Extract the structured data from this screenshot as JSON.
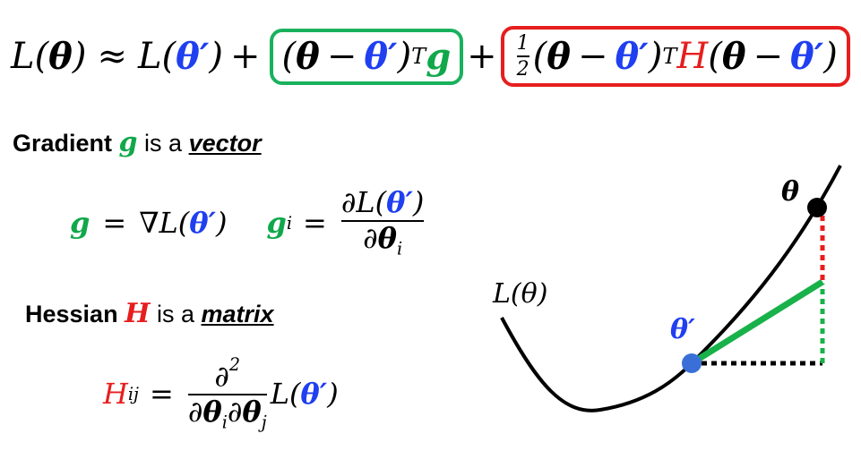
{
  "taylor": {
    "L": "L",
    "lparen": "(",
    "theta": "θ",
    "prime_theta": "θ′",
    "rparen": ")",
    "approx": "≈",
    "plus": "+",
    "minus": "−",
    "T": "T",
    "g": "g",
    "H": "H",
    "half_num": "1",
    "half_den": "2"
  },
  "gradient_heading": {
    "word": "Gradient",
    "symbol": "g",
    "is_a": "is a",
    "kind": "vector"
  },
  "hessian_heading": {
    "word": "Hessian",
    "symbol": "H",
    "is_a": "is a",
    "kind": "matrix"
  },
  "gradient_eq": {
    "g": "g",
    "equals": "=",
    "nabla": "∇",
    "L": "L",
    "gi": "g",
    "sub_i": "i",
    "partial": "∂",
    "num_L": "L",
    "den_theta": "θ"
  },
  "hessian_eq": {
    "H": "H",
    "sub_ij": "ij",
    "equals": "=",
    "partial": "∂",
    "sup2": "2",
    "theta": "θ",
    "sub_i": "i",
    "sub_j": "j",
    "L": "L"
  },
  "diagram": {
    "curve_label": "L(θ)",
    "theta_label": "θ",
    "theta_prime_label": "θ′",
    "colors": {
      "curve": "#000000",
      "tangent": "#18b14a",
      "red_segment": "#e61e1e",
      "point_prime": "#3a6fd8",
      "point_theta": "#000000"
    }
  }
}
